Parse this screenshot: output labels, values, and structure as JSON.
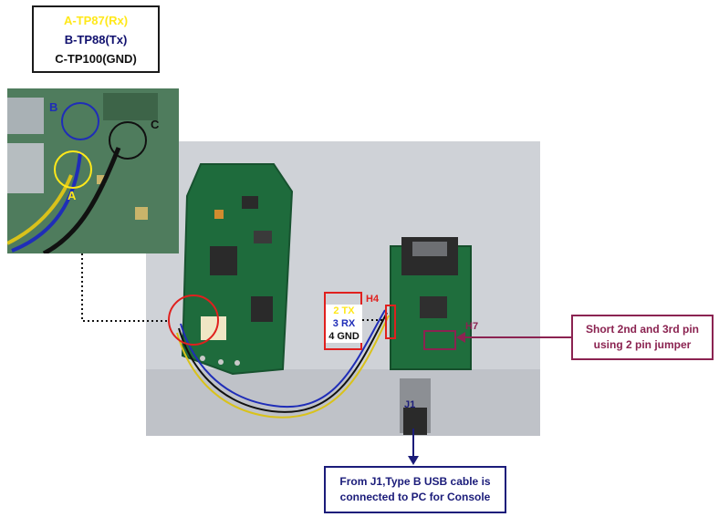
{
  "legend": {
    "line_a": "A-TP87(Rx)",
    "line_b": "B-TP88(Tx)",
    "line_c": "C-TP100(GND)"
  },
  "inset": {
    "marker_a": "A",
    "marker_b": "B",
    "marker_c": "C"
  },
  "pins": {
    "tx": "2 TX",
    "rx": "3 RX",
    "gnd": "4 GND"
  },
  "headers": {
    "h4": "H4",
    "h7": "H7",
    "j1": "J1"
  },
  "callouts": {
    "jumper": "Short 2nd and 3rd pin using 2 pin jumper",
    "usb": "From J1,Type B USB cable is connected to PC for Console"
  },
  "colors": {
    "yellow": "#ffe81a",
    "blue": "#1f2db8",
    "black": "#111111",
    "red": "#e0201e",
    "magenta": "#8b2351",
    "navy": "#1b1c7a"
  }
}
